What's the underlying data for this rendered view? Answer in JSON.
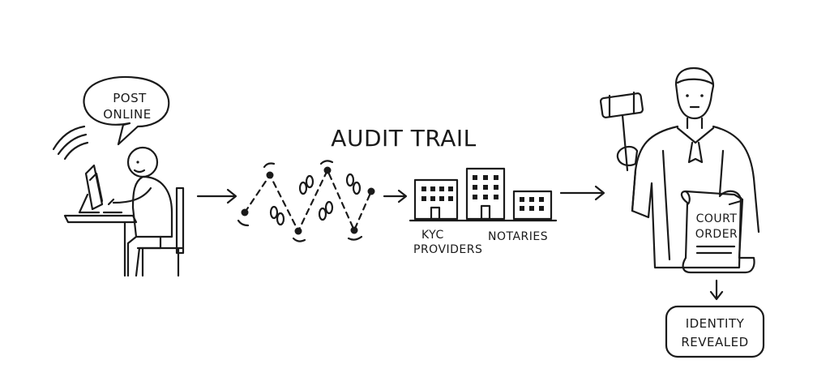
{
  "bubble": {
    "line1": "POST",
    "line2": "ONLINE"
  },
  "title": "AUDIT TRAIL",
  "labels": {
    "kyc_line1": "KYC",
    "kyc_line2": "PROVIDERS",
    "notaries": "NOTARIES"
  },
  "scroll": {
    "line1": "COURT",
    "line2": "ORDER"
  },
  "result": {
    "line1": "IDENTITY",
    "line2": "REVEALED"
  },
  "colors": {
    "ink": "#1a1a1a",
    "paper": "#ffffff"
  }
}
